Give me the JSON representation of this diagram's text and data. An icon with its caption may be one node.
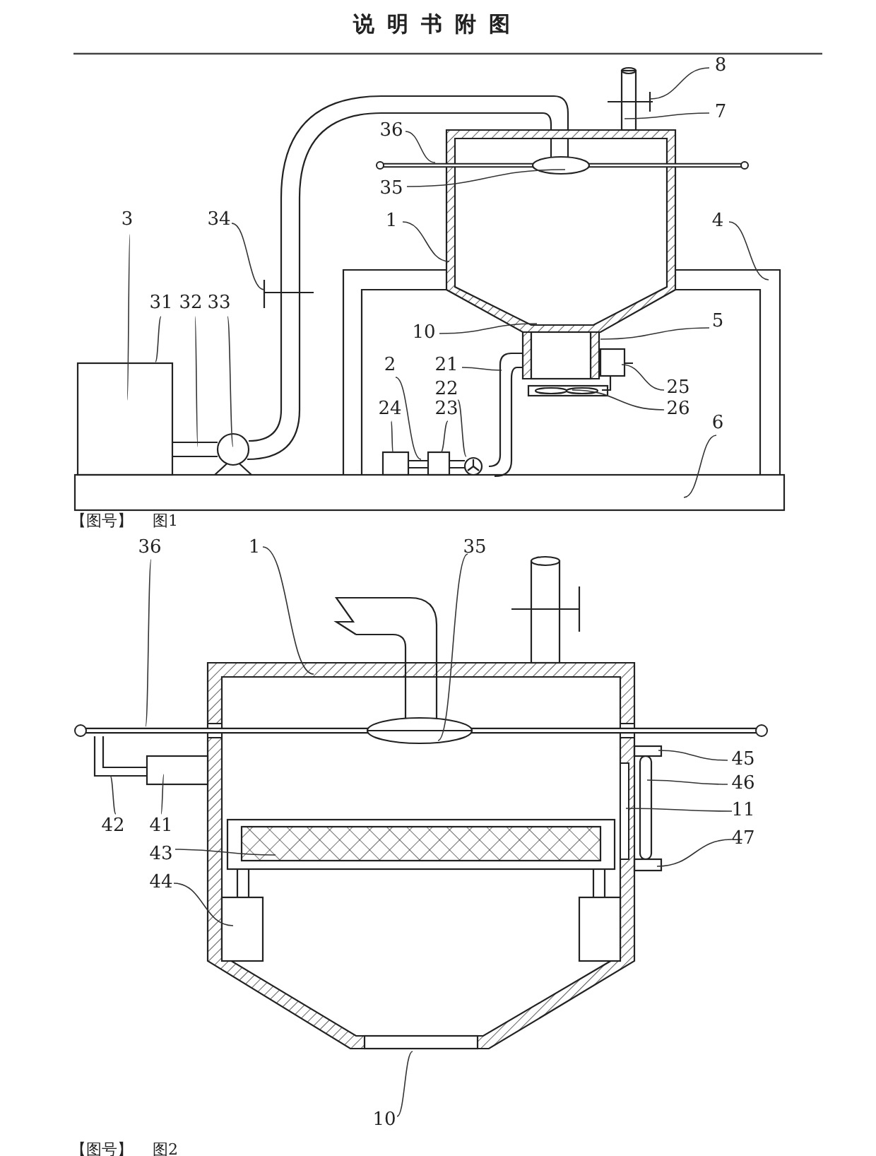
{
  "diagram": {
    "title": "说明书附图",
    "nodes": [
      {
        "text": [
          "8"
        ]
      },
      {
        "text": [
          "7"
        ]
      },
      {
        "text": [
          "36"
        ]
      },
      {
        "text": [
          "35"
        ]
      },
      {
        "text": [
          "1"
        ]
      },
      {
        "text": [
          "3"
        ]
      },
      {
        "text": [
          "34"
        ]
      },
      {
        "text": [
          "4"
        ]
      },
      {
        "text": [
          "31"
        ]
      },
      {
        "text": [
          "32"
        ]
      },
      {
        "text": [
          "33"
        ]
      },
      {
        "text": [
          "10"
        ]
      },
      {
        "text": [
          "5"
        ]
      },
      {
        "text": [
          "2"
        ]
      },
      {
        "text": [
          "21"
        ]
      },
      {
        "text": [
          "22"
        ]
      },
      {
        "text": [
          "23"
        ]
      },
      {
        "text": [
          "25"
        ]
      },
      {
        "text": [
          "24"
        ]
      },
      {
        "text": [
          "26"
        ]
      },
      {
        "text": [
          "6"
        ]
      },
      {
        "text": [
          "36"
        ]
      },
      {
        "text": [
          "1"
        ]
      },
      {
        "text": [
          "35"
        ]
      },
      {
        "text": [
          "45"
        ]
      },
      {
        "text": [
          "46"
        ]
      },
      {
        "text": [
          "11"
        ]
      },
      {
        "text": [
          "42"
        ]
      },
      {
        "text": [
          "41"
        ]
      },
      {
        "text": [
          "47"
        ]
      },
      {
        "text": [
          "43"
        ]
      },
      {
        "text": [
          "44"
        ]
      },
      {
        "text": [
          "10"
        ]
      }
    ],
    "edges": [
      {
        "from": 0,
        "to": null,
        "arrow": "none"
      },
      {
        "from": 1,
        "to": null,
        "arrow": "none"
      },
      {
        "from": 2,
        "to": null,
        "arrow": "none"
      },
      {
        "from": 3,
        "to": null,
        "arrow": "none"
      },
      {
        "from": 4,
        "to": null,
        "arrow": "none"
      },
      {
        "from": 5,
        "to": null,
        "arrow": "none"
      },
      {
        "from": 6,
        "to": null,
        "arrow": "none"
      },
      {
        "from": 7,
        "to": null,
        "arrow": "none"
      },
      {
        "from": 8,
        "to": null,
        "arrow": "none"
      },
      {
        "from": 9,
        "to": null,
        "arrow": "none"
      },
      {
        "from": 10,
        "to": null,
        "arrow": "none"
      },
      {
        "from": 11,
        "to": null,
        "arrow": "none"
      },
      {
        "from": 12,
        "to": null,
        "arrow": "none"
      },
      {
        "from": 13,
        "to": null,
        "arrow": "none"
      },
      {
        "from": 14,
        "to": null,
        "arrow": "none"
      },
      {
        "from": 15,
        "to": null,
        "arrow": "none"
      },
      {
        "from": 16,
        "to": null,
        "arrow": "none"
      },
      {
        "from": 17,
        "to": null,
        "arrow": "none"
      },
      {
        "from": 18,
        "to": null,
        "arrow": "none"
      },
      {
        "from": 19,
        "to": null,
        "arrow": "none"
      },
      {
        "from": 20,
        "to": null,
        "arrow": "none"
      },
      {
        "from": 21,
        "to": null,
        "arrow": "none"
      },
      {
        "from": 22,
        "to": null,
        "arrow": "none"
      },
      {
        "from": 23,
        "to": null,
        "arrow": "none"
      },
      {
        "from": 24,
        "to": null,
        "arrow": "none"
      },
      {
        "from": 25,
        "to": null,
        "arrow": "none"
      },
      {
        "from": 26,
        "to": null,
        "arrow": "none"
      },
      {
        "from": 27,
        "to": null,
        "arrow": "none"
      },
      {
        "from": 28,
        "to": null,
        "arrow": "none"
      },
      {
        "from": 29,
        "to": null,
        "arrow": "none"
      },
      {
        "from": 30,
        "to": null,
        "arrow": "none"
      },
      {
        "from": 31,
        "to": null,
        "arrow": "none"
      },
      {
        "from": 32,
        "to": null,
        "arrow": "none"
      }
    ],
    "labels": [
      "【图号】",
      "图1",
      "【图号】",
      "图2"
    ]
  }
}
